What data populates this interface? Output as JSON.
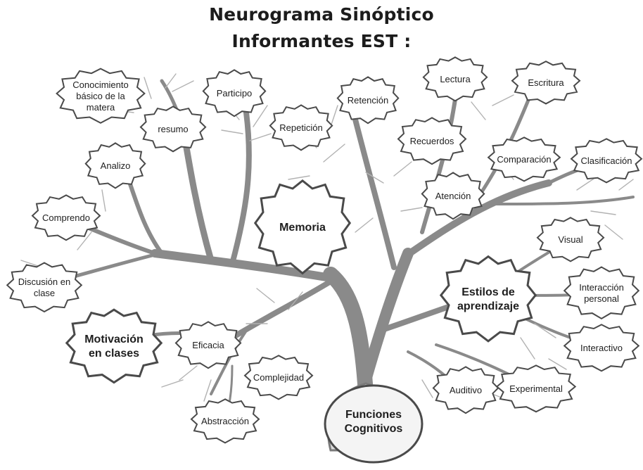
{
  "title": {
    "line1": "Neurograma Sinóptico",
    "line2": "Informantes  EST :"
  },
  "nodes": {
    "conocimiento": "Conocimiento\nbásico de la\nmatera",
    "participo": "Participo",
    "resumo": "resumo",
    "analizo": "Analizo",
    "comprendo": "Comprendo",
    "discusion": "Discusión en\nclase",
    "motivacion": "Motivación\nen clases",
    "eficacia": "Eficacia",
    "complejidad": "Complejidad",
    "abstraccion": "Abstracción",
    "memoria": "Memoria",
    "repeticion": "Repetición",
    "retencion": "Retención",
    "lectura": "Lectura",
    "escritura": "Escritura",
    "recuerdos": "Recuerdos",
    "comparacion": "Comparación",
    "clasificacion": "Clasificación",
    "atencion": "Atención",
    "visual": "Visual",
    "estilos": "Estilos de\naprendizaje",
    "interaccion": "Interacción\npersonal",
    "interactivo": "Interactivo",
    "auditivo": "Auditivo",
    "experimental": "Experimental",
    "funciones": "Funciones\nCognitivos"
  },
  "colors": {
    "branch": "#8a8a8a",
    "branch_dark": "#6e6e6e",
    "node_fill": "#ffffff",
    "node_stroke": "#4a4a4a",
    "node_shadow": "#9a9a9a"
  }
}
